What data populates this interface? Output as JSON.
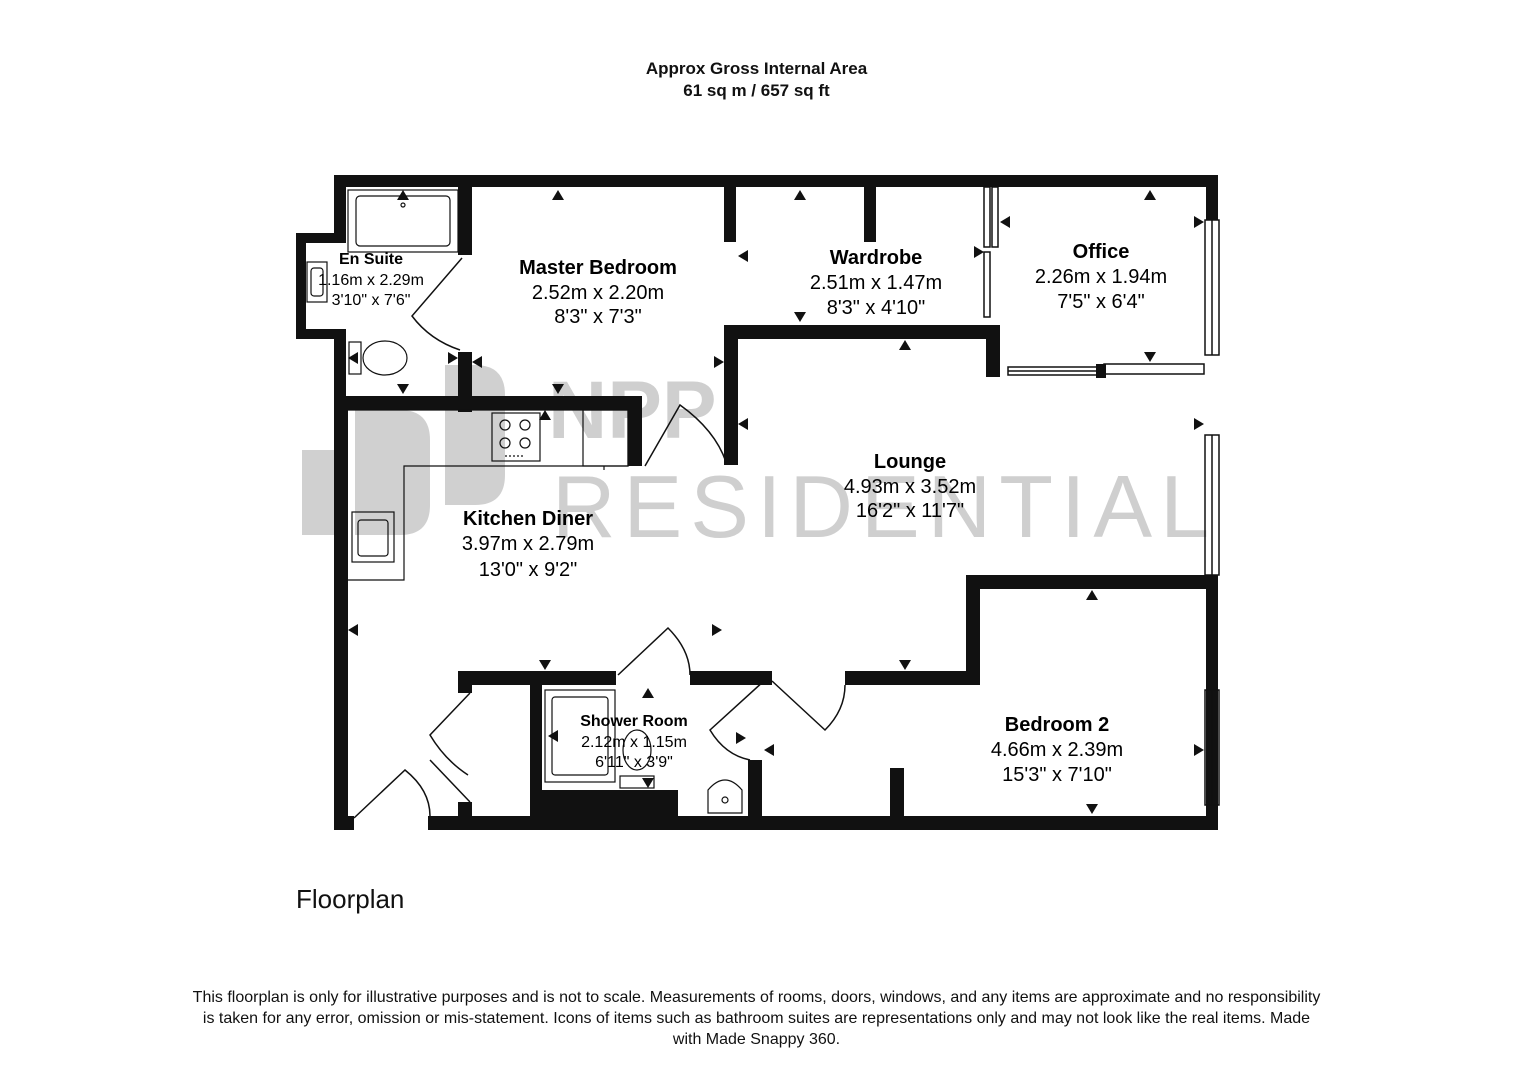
{
  "header": {
    "line1": "Approx Gross Internal Area",
    "line2": "61 sq m / 657 sq ft"
  },
  "watermark": {
    "top": "NPP",
    "bottom": "RESIDENTIAL"
  },
  "rooms": {
    "en_suite": {
      "name": "En Suite",
      "metric": "1.16m x 2.29m",
      "imperial": "3'10\" x 7'6\""
    },
    "master_bedroom": {
      "name": "Master Bedroom",
      "metric": "2.52m x 2.20m",
      "imperial": "8'3\" x 7'3\""
    },
    "wardrobe": {
      "name": "Wardrobe",
      "metric": "2.51m x 1.47m",
      "imperial": "8'3\" x 4'10\""
    },
    "office": {
      "name": "Office",
      "metric": "2.26m x 1.94m",
      "imperial": "7'5\" x 6'4\""
    },
    "lounge": {
      "name": "Lounge",
      "metric": "4.93m x 3.52m",
      "imperial": "16'2\" x 11'7\""
    },
    "kitchen_diner": {
      "name": "Kitchen Diner",
      "metric": "3.97m x 2.79m",
      "imperial": "13'0\" x 9'2\""
    },
    "shower_room": {
      "name": "Shower Room",
      "metric": "2.12m x 1.15m",
      "imperial": "6'11\" x 3'9\""
    },
    "bedroom_2": {
      "name": "Bedroom 2",
      "metric": "4.66m x 2.39m",
      "imperial": "15'3\" x 7'10\""
    }
  },
  "caption": "Floorplan",
  "disclaimer": "This floorplan is only for illustrative purposes and is not to scale. Measurements of rooms, doors, windows, and any items are approximate and no responsibility is taken for any error, omission or mis-statement. Icons of items such as bathroom suites are representations only and may not look like the real items. Made with Made Snappy 360.",
  "colors": {
    "wall": "#111111",
    "watermark": "#cfcfcf",
    "background": "#ffffff"
  },
  "icons": [
    "bath-icon",
    "toilet-icon",
    "sink-icon",
    "hob-icon",
    "shower-tray-icon",
    "dimension-arrow-icon",
    "door-swing-icon",
    "window-icon"
  ]
}
